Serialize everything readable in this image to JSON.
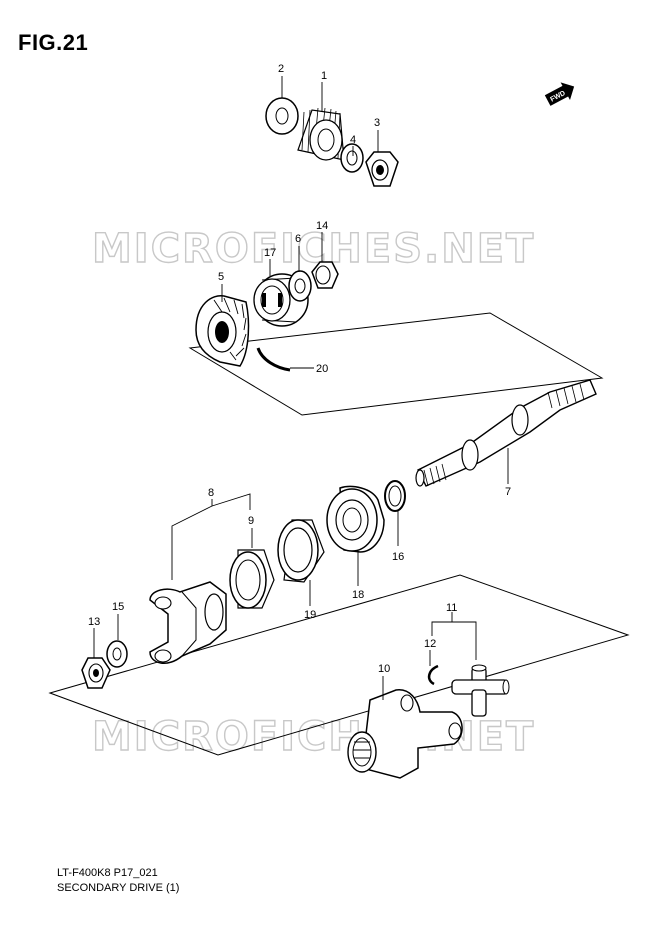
{
  "figure": {
    "title": "FIG.21"
  },
  "watermark": "MICROFICHES.NET",
  "direction_indicator": "FWD",
  "footer": {
    "model_code": "LT-F400K8 P17_021",
    "caption": "SECONDARY DRIVE (1)"
  },
  "callouts": [
    "1",
    "2",
    "3",
    "4",
    "5",
    "6",
    "7",
    "8",
    "9",
    "10",
    "11",
    "12",
    "13",
    "14",
    "15",
    "16",
    "17",
    "18",
    "19",
    "20"
  ]
}
